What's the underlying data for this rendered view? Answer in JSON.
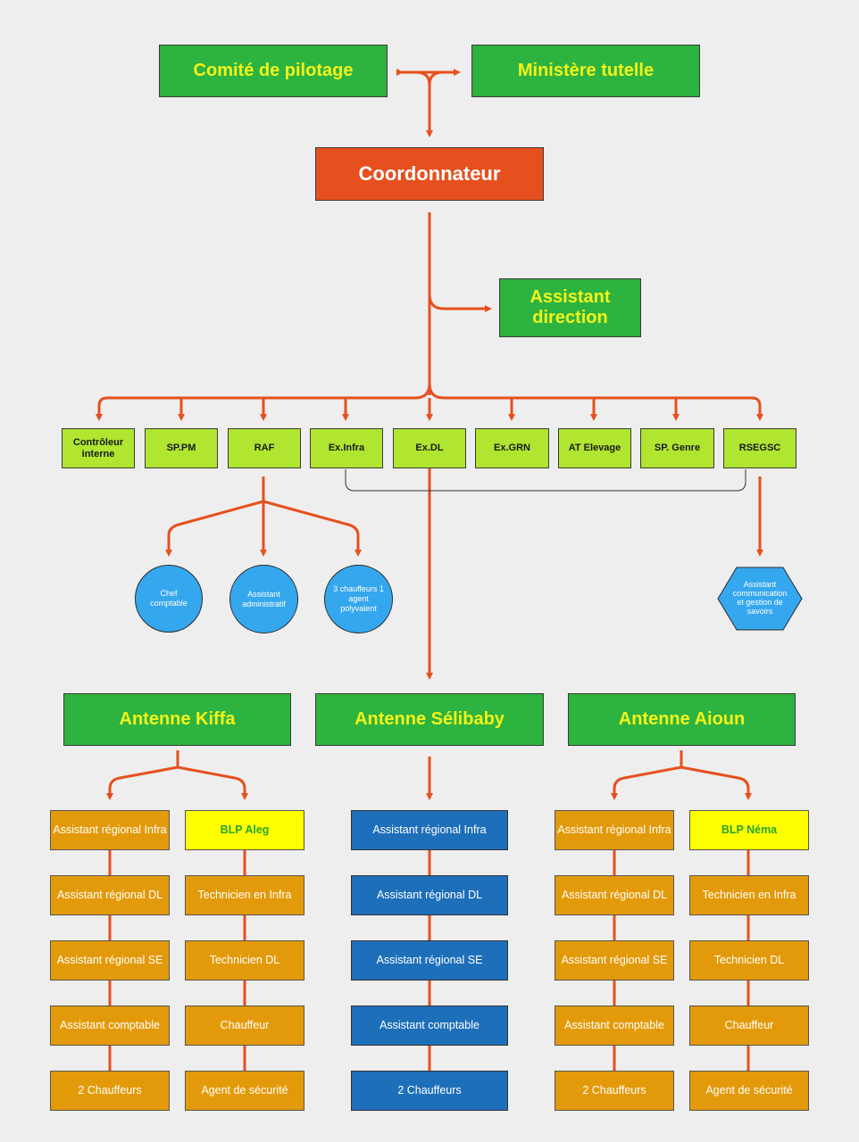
{
  "top": {
    "comite": "Comité de pilotage",
    "ministere": "Ministère tutelle",
    "coordonnateur": "Coordonnateur",
    "assistant_direction": "Assistant direction"
  },
  "units": [
    "Contrôleur interne",
    "SP.PM",
    "RAF",
    "Ex.Infra",
    "Ex.DL",
    "Ex.GRN",
    "AT Elevage",
    "SP. Genre",
    "RSEGSC"
  ],
  "raf_staff": [
    "Chef comptable",
    "Assistant administratif",
    "3 chauffeurs 1 agent polyvalent"
  ],
  "rsegsc_staff": "Assistant communication et gestion de savoirs",
  "antennes": {
    "kiffa": {
      "title": "Antenne Kiffa",
      "left": [
        "Assistant régional Infra",
        "Assistant régional DL",
        "Assistant régional SE",
        "Assistant comptable",
        "2 Chauffeurs"
      ],
      "blp": "BLP Aleg",
      "right": [
        "Technicien en Infra",
        "Technicien DL",
        "Chauffeur",
        "Agent de sécurité"
      ]
    },
    "selibaby": {
      "title": "Antenne Sélibaby",
      "col": [
        "Assistant régional Infra",
        "Assistant régional DL",
        "Assistant régional SE",
        "Assistant comptable",
        "2 Chauffeurs"
      ]
    },
    "aioun": {
      "title": "Antenne Aioun",
      "left": [
        "Assistant régional Infra",
        "Assistant régional DL",
        "Assistant régional SE",
        "Assistant comptable",
        "2 Chauffeurs"
      ],
      "blp": "BLP Néma",
      "right": [
        "Technicien en Infra",
        "Technicien DL",
        "Chauffeur",
        "Agent de sécurité"
      ]
    }
  },
  "colors": {
    "arrow": "#e6501e",
    "green": "#2db33f",
    "orange": "#e39a0a",
    "blue": "#1e6fb9",
    "lime": "#b0e530",
    "circle": "#35a7ee",
    "coordonnateur": "#e6501e"
  }
}
